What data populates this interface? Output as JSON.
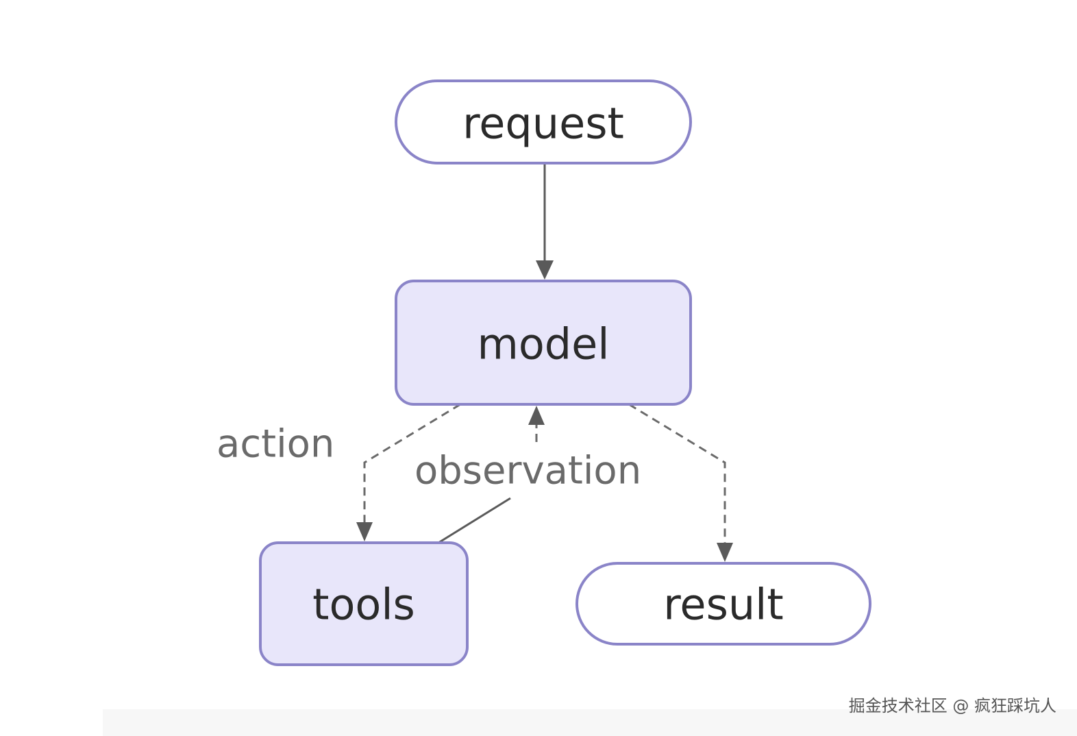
{
  "nodes": {
    "request": "request",
    "model": "model",
    "tools": "tools",
    "result": "result"
  },
  "edges": {
    "action": "action",
    "observation": "observation"
  },
  "watermark": "掘金技术社区 @ 疯狂踩坑人",
  "colors": {
    "node_border": "#8a84c8",
    "box_fill": "#e8e6fa",
    "pill_fill": "#ffffff",
    "edge": "#5a5a5a",
    "label_text": "#2a2a2a",
    "edge_label_text": "#6a6a6a"
  }
}
